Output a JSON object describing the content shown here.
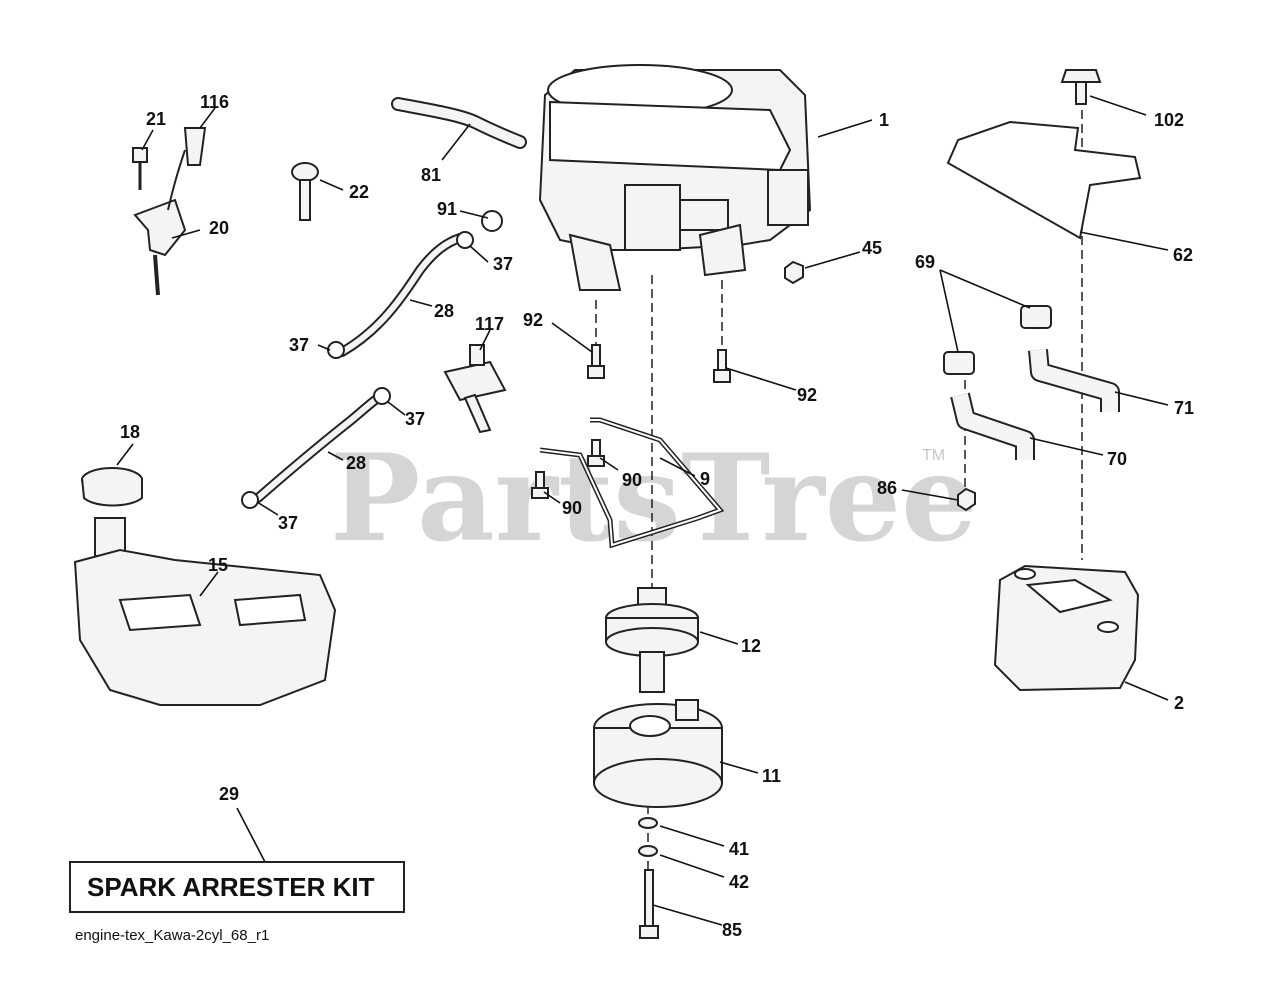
{
  "watermark": {
    "text": "PartsTree",
    "tm": "TM"
  },
  "caption": "engine-tex_Kawa-2cyl_68_r1",
  "kit_label": "SPARK ARRESTER KIT",
  "callouts": {
    "c1": "1",
    "c2": "2",
    "c9": "9",
    "c11": "11",
    "c12": "12",
    "c15": "15",
    "c18": "18",
    "c20": "20",
    "c21": "21",
    "c22": "22",
    "c28a": "28",
    "c28b": "28",
    "c29": "29",
    "c37a": "37",
    "c37b": "37",
    "c37c": "37",
    "c37d": "37",
    "c41": "41",
    "c42": "42",
    "c45": "45",
    "c62": "62",
    "c69": "69",
    "c70": "70",
    "c71": "71",
    "c81": "81",
    "c85": "85",
    "c86": "86",
    "c90a": "90",
    "c90b": "90",
    "c91": "91",
    "c92a": "92",
    "c92b": "92",
    "c102": "102",
    "c116": "116",
    "c117": "117"
  }
}
